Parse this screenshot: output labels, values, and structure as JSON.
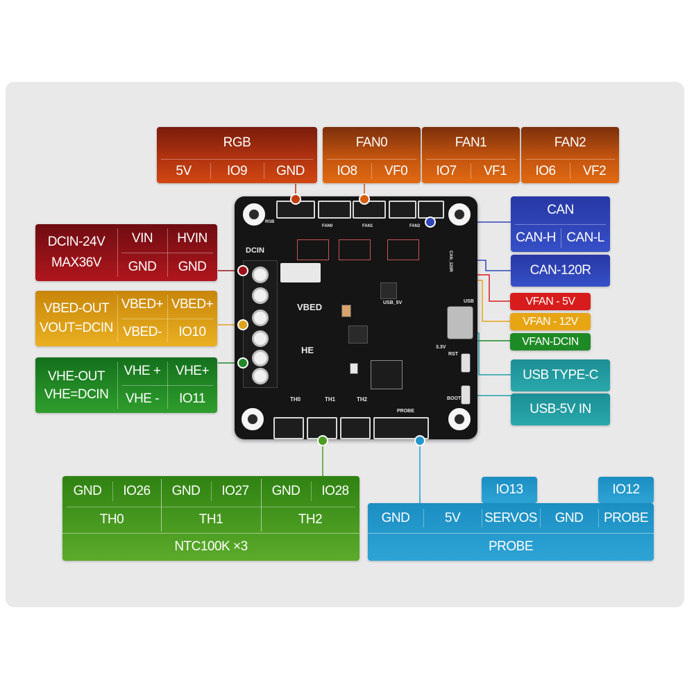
{
  "rgb": {
    "title": "RGB",
    "pins": [
      "5V",
      "IO9",
      "GND"
    ]
  },
  "fan0": {
    "title": "FAN0",
    "pins": [
      "IO8",
      "VF0"
    ]
  },
  "fan1": {
    "title": "FAN1",
    "pins": [
      "IO7",
      "VF1"
    ]
  },
  "fan2": {
    "title": "FAN2",
    "pins": [
      "IO6",
      "VF2"
    ]
  },
  "can": {
    "title": "CAN",
    "pins": [
      "CAN-H",
      "CAN-L"
    ]
  },
  "can120r": {
    "label": "CAN-120R"
  },
  "vfan5": {
    "label": "VFAN - 5V"
  },
  "vfan12": {
    "label": "VFAN - 12V"
  },
  "vfandcin": {
    "label": "VFAN-DCIN"
  },
  "usbc": {
    "label": "USB TYPE-C"
  },
  "usb5v": {
    "label": "USB-5V IN"
  },
  "dcin": {
    "title": "DCIN-24V",
    "subtitle": "MAX36V",
    "pins": [
      "VIN",
      "HVIN",
      "GND",
      "GND"
    ]
  },
  "vbed": {
    "title": "VBED-OUT",
    "subtitle": "VOUT=DCIN",
    "pins": [
      "VBED+",
      "VBED+",
      "VBED-",
      "IO10"
    ]
  },
  "vhe": {
    "title": "VHE-OUT",
    "subtitle": "VHE=DCIN",
    "pins": [
      "VHE +",
      "VHE+",
      "VHE -",
      "IO11"
    ]
  },
  "ntc": {
    "groups": [
      {
        "pins": [
          "GND",
          "IO26"
        ],
        "name": "TH0"
      },
      {
        "pins": [
          "GND",
          "IO27"
        ],
        "name": "TH1"
      },
      {
        "pins": [
          "GND",
          "IO28"
        ],
        "name": "TH2"
      }
    ],
    "footer": "NTC100K ×3"
  },
  "probe": {
    "tags": [
      "IO13",
      "IO12"
    ],
    "pins": [
      "GND",
      "5V",
      "SERVOS",
      "GND",
      "PROBE"
    ],
    "footer": "PROBE"
  },
  "board": {
    "labels": {
      "dcin": "DCIN",
      "vbed": "VBED",
      "he": "HE",
      "th0": "TH0",
      "th1": "TH1",
      "th2": "TH2",
      "probe": "PROBE",
      "usb": "USB",
      "rst": "RST",
      "boot": "BOOT",
      "v33": "3.3V",
      "can120": "CAN_120R",
      "fan0": "FAN0",
      "fan1": "FAN1",
      "fan2": "FAN2",
      "rgb": "RGB",
      "usb5v": "USB_5V"
    }
  },
  "colors": {
    "rgb": "#c23d11",
    "fan": "#d65e10",
    "can": "#3047b8",
    "dcin": "#9a1218",
    "vbed": "#e0a21a",
    "vhe": "#23882a",
    "teal": "#23a0a4",
    "ntc": "#4c9d22",
    "probe": "#2596cc",
    "vfan5": "#d81c1c",
    "vfan12": "#e7a514",
    "vfandcin": "#1e8a26"
  }
}
